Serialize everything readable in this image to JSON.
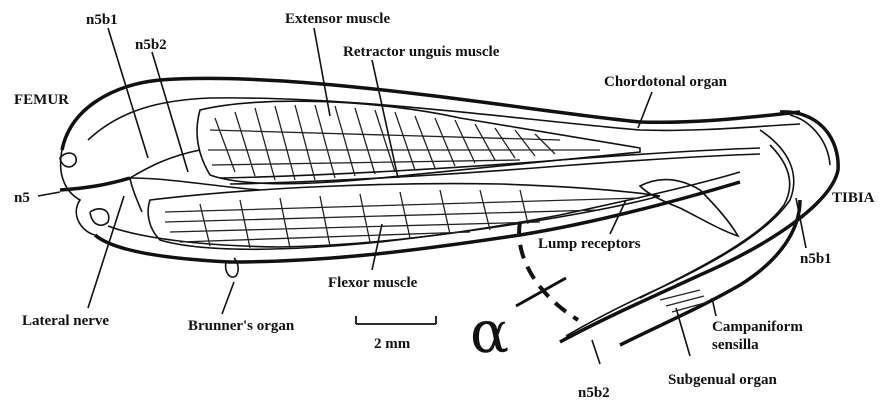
{
  "labels": {
    "n5b1_top": "n5b1",
    "n5b2_top": "n5b2",
    "extensor": "Extensor muscle",
    "retractor": "Retractor unguis muscle",
    "femur": "FEMUR",
    "chordotonal": "Chordotonal organ",
    "n5": "n5",
    "tibia": "TIBIA",
    "lump": "Lump receptors",
    "n5b1_right": "n5b1",
    "flexor": "Flexor muscle",
    "lateral": "Lateral nerve",
    "brunner": "Brunner's organ",
    "campaniform_1": "Campaniform",
    "campaniform_2": "sensilla",
    "scale": "2 mm",
    "alpha": "α",
    "n5b2_bottom": "n5b2",
    "subgenual": "Subgenual organ"
  }
}
